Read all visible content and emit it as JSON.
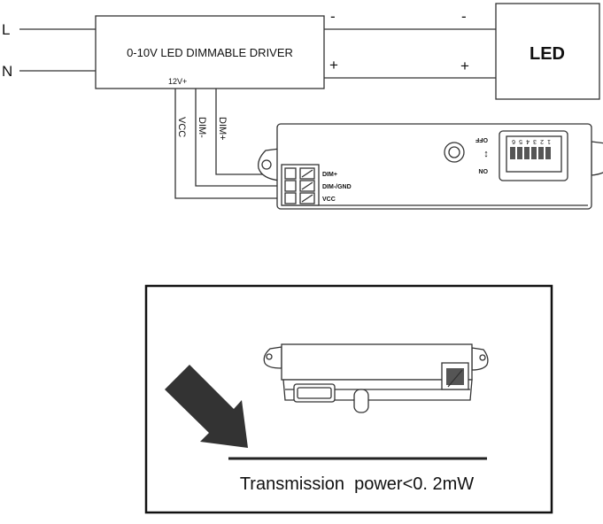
{
  "wiring": {
    "line_label": "L",
    "neutral_label": "N",
    "driver_label": "0-10V LED DIMMABLE DRIVER",
    "driver_output_label": "12V+",
    "driver_minus": "-",
    "driver_plus": "+",
    "led_minus": "-",
    "led_plus": "+",
    "led_label": "LED",
    "wire_vcc": "VCC",
    "wire_dim_minus": "DIM-",
    "wire_dim_plus": "DIM+",
    "terminal_dim_plus": "DIM+",
    "terminal_dim_gnd": "DIM-/GND",
    "terminal_vcc": "VCC",
    "dip_off": "OFF",
    "dip_on": "ON",
    "dip_numbers": [
      "6",
      "5",
      "4",
      "3",
      "2",
      "1"
    ]
  },
  "inset": {
    "caption": "Transmission  power<0. 2mW"
  }
}
